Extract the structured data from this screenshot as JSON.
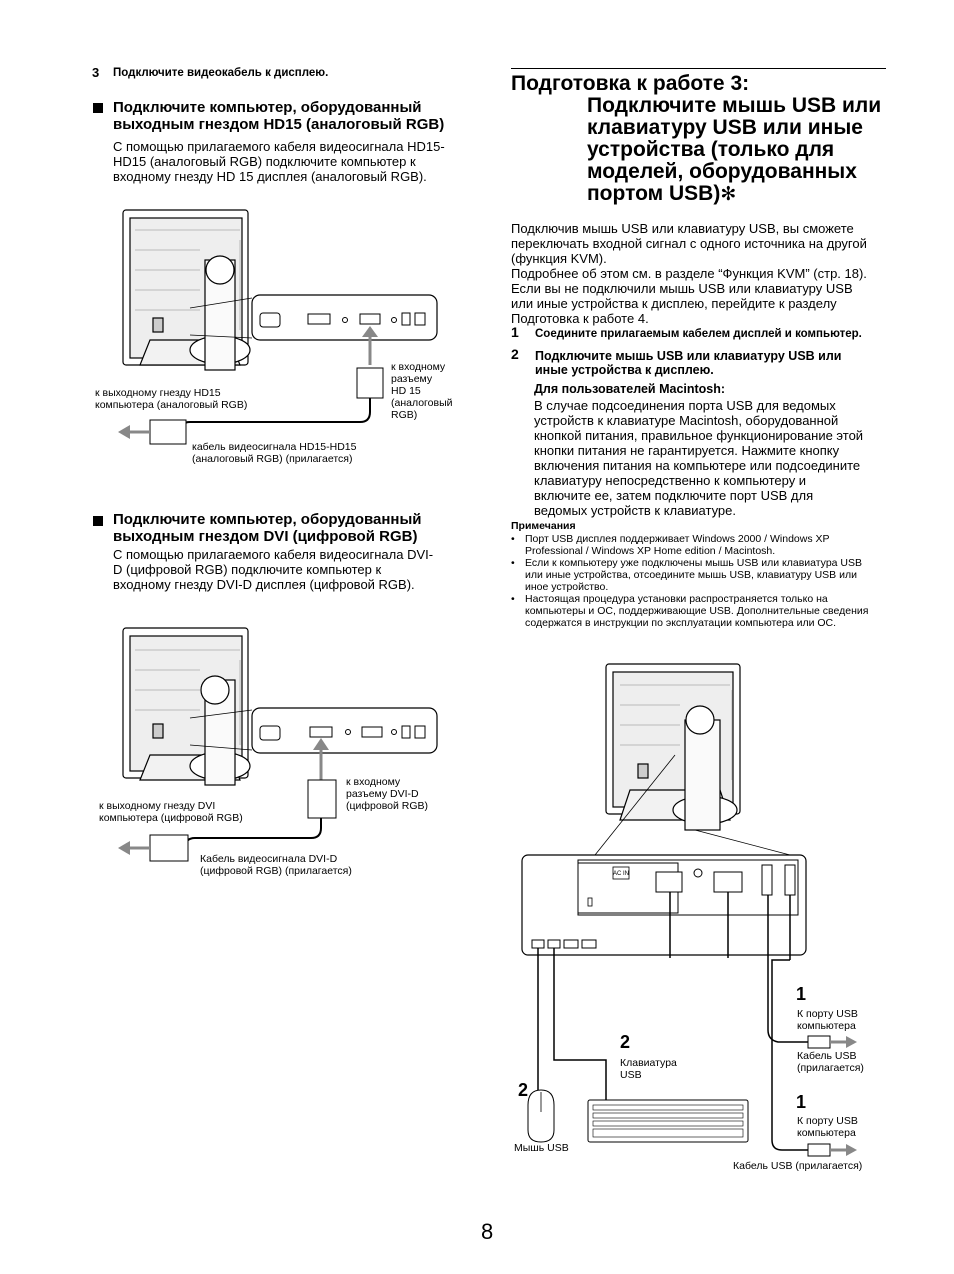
{
  "left": {
    "step3_num": "3",
    "step3_text": "Подключите видеокабель к дисплею.",
    "sec1": {
      "heading_line1": "Подключите компьютер, оборудованный",
      "heading_line2": "выходным гнездом HD15 (аналоговый RGB)",
      "body": [
        "С помощью прилагаемого кабеля видеосигнала HD15-",
        "HD15 (аналоговый RGB) подключите компьютер к",
        "входному гнезду HD 15 дисплея (аналоговый RGB)."
      ],
      "fig": {
        "label_input": [
          "к входному",
          "разъему",
          "HD 15",
          "(аналоговый",
          "RGB)"
        ],
        "label_output": [
          "к выходному гнезду HD15",
          "компьютера (аналоговый RGB)"
        ],
        "label_cable": [
          "кабель видеосигнала HD15-HD15",
          "(аналоговый RGB) (прилагается)"
        ]
      }
    },
    "sec2": {
      "heading_line1": "Подключите компьютер, оборудованный",
      "heading_line2": "выходным гнездом DVI (цифровой RGB)",
      "body": [
        "С помощью прилагаемого кабеля видеосигнала DVI-",
        "D (цифровой RGB) подключите компьютер к",
        "входному гнезду DVI-D дисплея (цифровой RGB)."
      ],
      "fig": {
        "label_input": [
          "к входному",
          "разъему DVI-D",
          "(цифровой RGB)"
        ],
        "label_output": [
          "к выходному гнезду DVI",
          "компьютера (цифровой RGB)"
        ],
        "label_cable": [
          "Кабель видеосигнала DVI-D",
          "(цифровой RGB) (прилагается)"
        ]
      }
    }
  },
  "right": {
    "title_line1": "Подготовка к работе 3:",
    "title_rest": [
      "Подключите мышь USB или",
      "клавиатуру USB или иные",
      "устройства (только для",
      "моделей, оборудованных",
      "портом USB)"
    ],
    "title_mark": "✻",
    "intro": [
      "Подключив мышь USB или клавиатуру USB, вы сможете",
      "переключать входной сигнал с одного источника на другой",
      "(функция KVM).",
      "Подробнее об этом см. в разделе “Функция KVM” (стр. 18).",
      "Если вы не подключили мышь USB или клавиатуру USB",
      "или иные устройства к дисплею, перейдите к разделу",
      "Подготовка к работе 4."
    ],
    "step1_num": "1",
    "step1_text": "Соедините прилагаемым кабелем дисплей и компьютер.",
    "step2_num": "2",
    "step2_text": [
      "Подключите мышь USB или клавиатуру USB или",
      "иные устройства к дисплею."
    ],
    "mac_heading": "Для пользователей Macintosh:",
    "mac_body": [
      "В случае подсоединения порта USB для ведомых",
      "устройств к клавиатуре Macintosh, оборудованной",
      "кнопкой питания, правильное функционирование этой",
      "кнопки питания не гарантируется. Нажмите кнопку",
      "включения питания на компьютере или подсоедините",
      "клавиатуру непосредственно к компьютеру и",
      "включите ее, затем подключите порт USB для",
      "ведомых устройств к клавиатуре."
    ],
    "notes_heading": "Примечания",
    "notes": [
      "Порт USB дисплея поддерживает Windows 2000 / Windows XP Professional / Windows XP Home edition / Macintosh.",
      "Если к компьютеру уже подключены мышь USB или клавиатура USB или иные устройства, отсоедините мышь USB, клавиатуру USB или иное устройство.",
      "Настоящая процедура установки распространяется только на компьютеры и ОС, поддерживающие USB. Дополнительные сведения содержатся в инструкции по эксплуатации компьютера или ОС."
    ],
    "fig": {
      "ac_in": "AC IN",
      "num1a": "1",
      "label_usb_port_a": [
        "К порту USB",
        "компьютера"
      ],
      "label_usb_cable_a": [
        "Кабель USB",
        "(прилагается)"
      ],
      "num2_kb": "2",
      "label_keyboard": [
        "Клавиатура",
        "USB"
      ],
      "num2_mouse": "2",
      "label_mouse": "Мышь USB",
      "num1b": "1",
      "label_usb_port_b": [
        "К порту USB",
        "компьютера"
      ],
      "label_usb_cable_b": "Кабель USB (прилагается)"
    }
  },
  "page_number": "8"
}
